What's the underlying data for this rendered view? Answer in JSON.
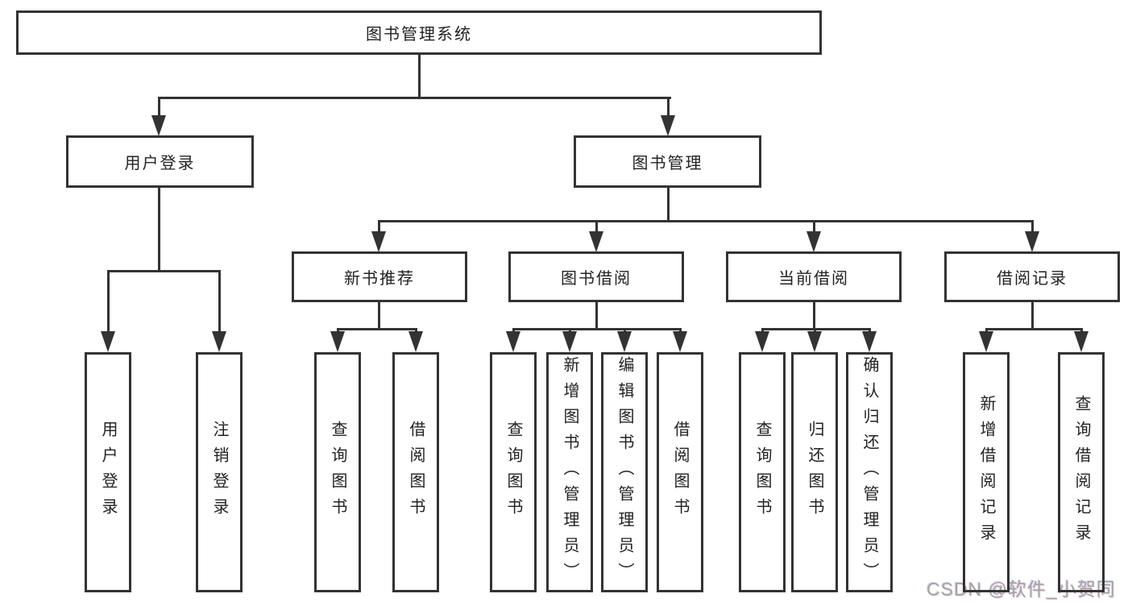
{
  "diagram": {
    "title": "图书管理系统",
    "watermark": "CSDN @软件_小贺同学",
    "colors": {
      "line": "#333333",
      "text": "#222222",
      "watermark": "#a3a3a3",
      "background": "#ffffff"
    },
    "root": {
      "label": "图书管理系统"
    },
    "branches": [
      {
        "label": "用户登录",
        "children": [
          "用户登录",
          "注销登录"
        ]
      },
      {
        "label": "图书管理",
        "groups": [
          {
            "label": "新书推荐",
            "children": [
              "查询图书",
              "借阅图书"
            ]
          },
          {
            "label": "图书借阅",
            "children": [
              "查询图书",
              "新增图书（管理员）",
              "编辑图书（管理员）",
              "借阅图书"
            ]
          },
          {
            "label": "当前借阅",
            "children": [
              "查询图书",
              "归还图书",
              "确认归还（管理员）"
            ]
          },
          {
            "label": "借阅记录",
            "children": [
              "新增借阅记录",
              "查询借阅记录"
            ]
          }
        ]
      }
    ]
  }
}
